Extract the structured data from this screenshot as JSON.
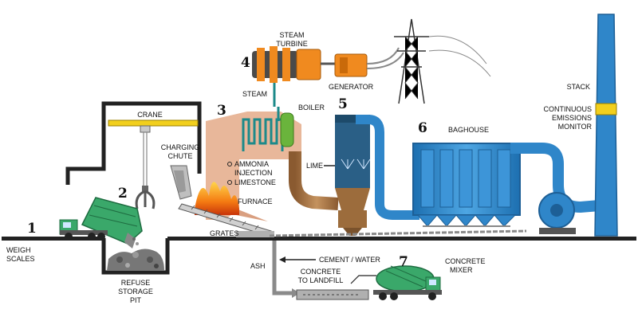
{
  "colors": {
    "ground": "#222222",
    "furnace": "#e8b79a",
    "duct": "#b07a4a",
    "blue": "#2f86c9",
    "blue_dark": "#1d5f96",
    "truck_green": "#3aa86a",
    "turbine": "#f08a1f",
    "yellow": "#f2cf1d",
    "boiler_green": "#6ab43c",
    "fire": "#f4a21a",
    "ash": "#8a8a8a"
  },
  "steps": {
    "s1": "1",
    "s2": "2",
    "s3": "3",
    "s4": "4",
    "s5": "5",
    "s6": "6",
    "s7": "7"
  },
  "labels": {
    "weigh_scales": [
      "WEIGH",
      "SCALES"
    ],
    "refuse_pit": [
      "REFUSE",
      "STORAGE",
      "PIT"
    ],
    "crane": "CRANE",
    "charging_chute": [
      "CHARGING",
      "CHUTE"
    ],
    "grates": "GRATES",
    "furnace": "FURNACE",
    "ammonia": [
      "AMMONIA",
      "INJECTION"
    ],
    "limestone": "LIMESTONE",
    "steam": "STEAM",
    "boiler": "BOILER",
    "steam_turbine": [
      "STEAM",
      "TURBINE"
    ],
    "generator": "GENERATOR",
    "lime": "LIME",
    "baghouse": "BAGHOUSE",
    "stack": "STACK",
    "cem": [
      "CONTINUOUS",
      "EMISSIONS",
      "MONITOR"
    ],
    "ash": "ASH",
    "cement_water": "CEMENT / WATER",
    "concrete_landfill": [
      "CONCRETE",
      "TO LANDFILL"
    ],
    "concrete_mixer": [
      "CONCRETE",
      "MIXER"
    ]
  }
}
